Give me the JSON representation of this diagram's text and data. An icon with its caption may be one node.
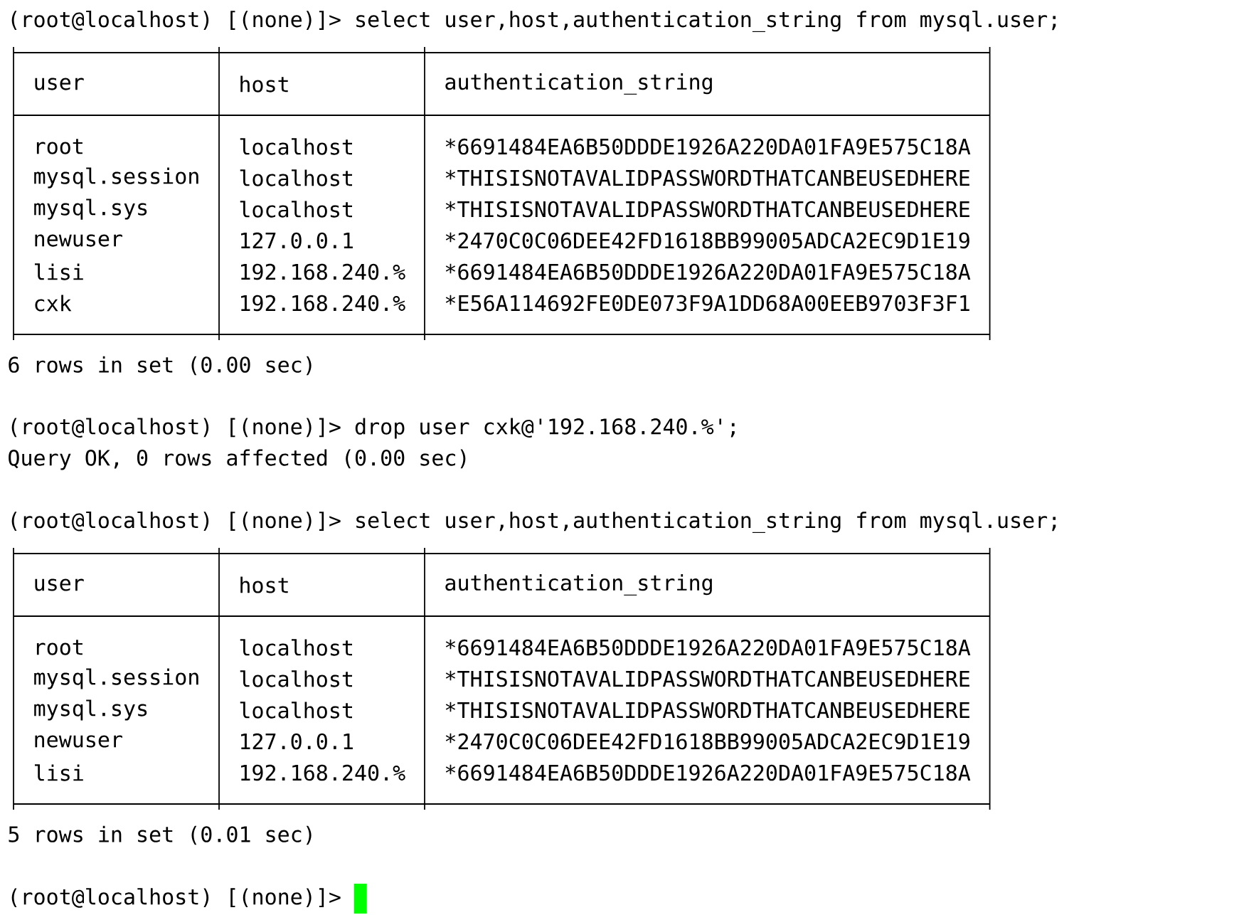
{
  "diagram": {
    "labels": [
      "(root@localhost) [(none)]> select user,host,authentication_string from mysql.user;",
      "user",
      "host",
      "authentication_string",
      "root",
      "localhost",
      "*6691484EA6B50DDDE1926A220DA01FA9E575C18A",
      "mysql.session",
      "localhost",
      "*THISISNOTAVALIDPASSWORDTHATCANBEUSEDHERE",
      "mysql.sys",
      "localhost",
      "*THISISNOTAVALIDPASSWORDTHATCANBEUSEDHERE",
      "newuser",
      "127.0.0.1",
      "*2470C0C06DEE42FD1618BB99005ADCA2EC9D1E19",
      "lisi",
      "192.168.240.%",
      "*6691484EA6B50DDDE1926A220DA01FA9E575C18A",
      "cxk",
      "192.168.240.%",
      "*E56A114692FE0DE073F9A1DD68A00EEB9703F3F1",
      "6 rows in set (0.00 sec)",
      "(root@localhost) [(none)]> drop user cxk@'192.168.240.%';",
      "Query OK, 0 rows affected (0.00 sec)",
      "(root@localhost) [(none)]> select user,host,authentication_string from mysql.user;",
      "user",
      "host",
      "authentication_string",
      "root",
      "localhost",
      "*6691484EA6B50DDDE1926A220DA01FA9E575C18A",
      "mysql.session",
      "localhost",
      "*THISISNOTAVALIDPASSWORDTHATCANBEUSEDHERE",
      "mysql.sys",
      "localhost",
      "*THISISNOTAVALIDPASSWORDTHATCANBEUSEDHERE",
      "newuser",
      "127.0.0.1",
      "*2470C0C06DEE42FD1618BB99005ADCA2EC9D1E19",
      "lisi",
      "192.168.240.%",
      "*6691484EA6B50DDDE1926A220DA01FA9E575C18A",
      "5 rows in set (0.01 sec)",
      "(root@localhost) [(none)]>"
    ]
  }
}
